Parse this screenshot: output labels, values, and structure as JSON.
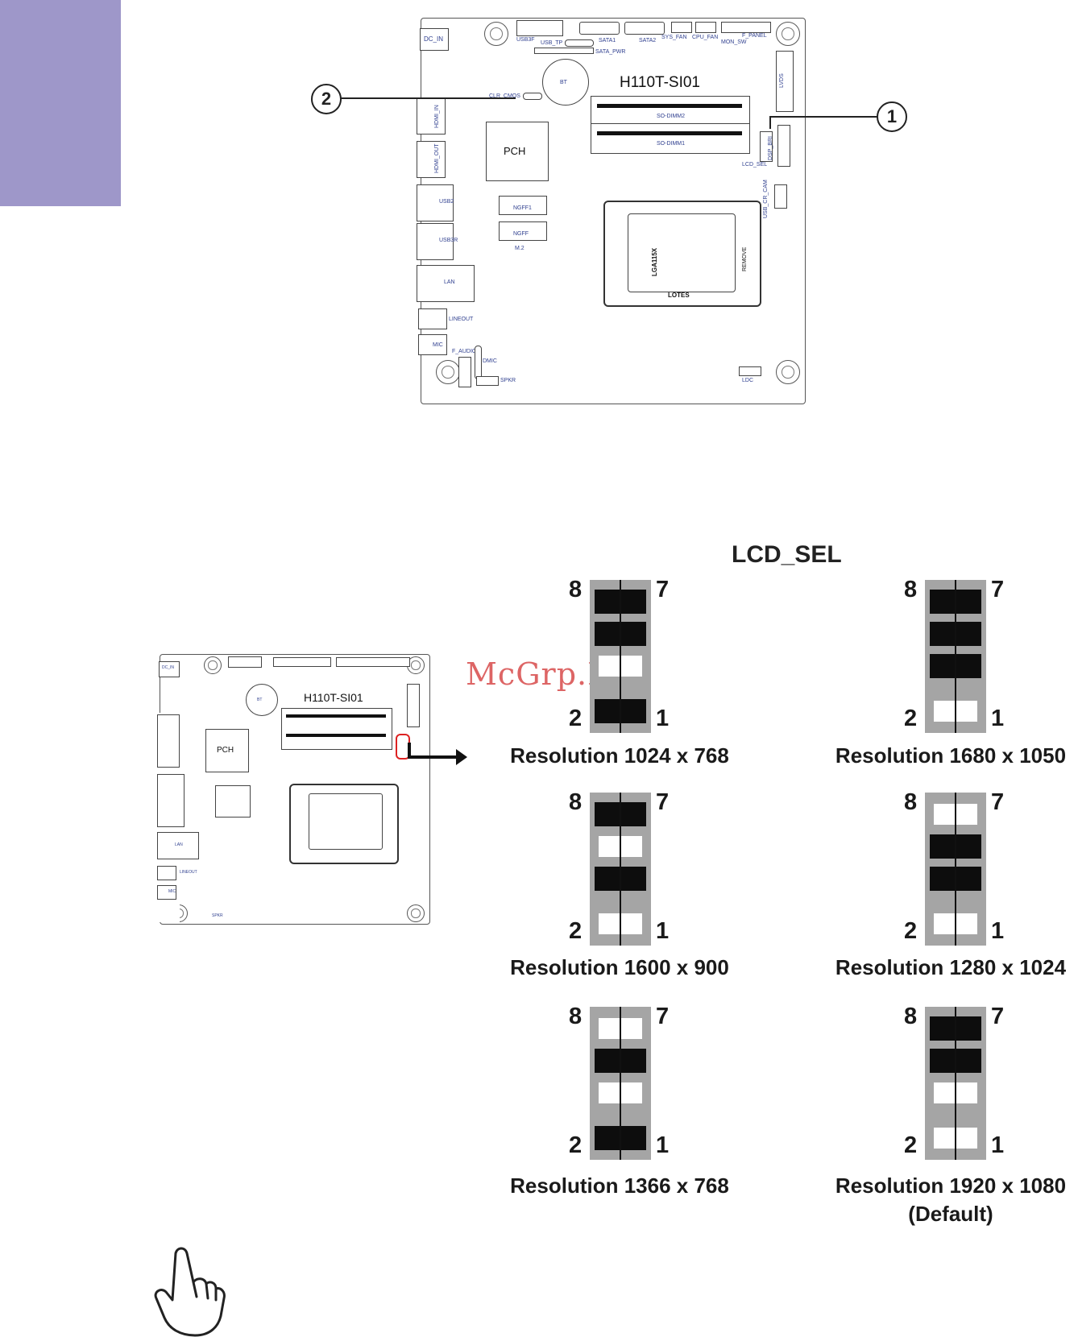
{
  "top_board": {
    "model": "H110T-SI01",
    "labels": {
      "dc_in": "DC_IN",
      "usb3f": "USB3F",
      "usb_tp": "USB_TP",
      "sata1": "SATA1",
      "sata2": "SATA2",
      "sys_fan": "SYS_FAN",
      "cpu_fan": "CPU_FAN",
      "f_panel": "F_PANEL",
      "mon_sw": "MON_SW",
      "sata_pwr": "SATA_PWR",
      "bt": "BT",
      "clr_cmos": "CLR_CMOS",
      "sodimm2": "SO-DIMM2",
      "sodimm1": "SO-DIMM1",
      "lvds": "LVDS",
      "lcd_sel": "LCD_SEL",
      "dsp_bri": "DSP_BRI",
      "hdmi_in": "HDMI_IN",
      "hdmi_out": "HDMI_OUT",
      "pch": "PCH",
      "usb2": "USB2",
      "usb3r": "USB3R",
      "ngff1": "NGFF1",
      "ngff": "NGFF",
      "m2": "M.2",
      "usb_cr_cam": "USB_CR_CAM",
      "lan": "LAN",
      "lineout": "LINEOUT",
      "mic": "MIC",
      "f_audio": "F_AUDIO",
      "dmic": "DMIC",
      "spkr": "SPKR",
      "ldc": "LDC",
      "socket": "LGA115X",
      "remove": "REMOVE",
      "lotes": "LOTES"
    },
    "callouts": [
      "1",
      "2"
    ]
  },
  "section_title": "LCD_SEL",
  "watermark": "McGrp.Ru",
  "small_board": {
    "model": "H110T-SI01",
    "labels": {
      "pch": "PCH",
      "bt": "BT",
      "lan": "LAN",
      "lineout": "LINEOUT",
      "mic": "MIC",
      "spkr": "SPKR",
      "dc_in": "DC_IN"
    }
  },
  "pin_numbers": {
    "top_left": "8",
    "top_right": "7",
    "bottom_left": "2",
    "bottom_right": "1"
  },
  "jumper_settings": [
    {
      "caption": "Resolution 1024 x 768",
      "pairs": [
        "closed",
        "closed",
        "open",
        "closed"
      ]
    },
    {
      "caption": "Resolution 1680 x 1050",
      "pairs": [
        "closed",
        "closed",
        "closed",
        "open"
      ]
    },
    {
      "caption": "Resolution 1600 x 900",
      "pairs": [
        "closed",
        "open",
        "closed",
        "open"
      ]
    },
    {
      "caption": "Resolution 1280 x 1024",
      "pairs": [
        "open",
        "closed",
        "closed",
        "open"
      ]
    },
    {
      "caption": "Resolution 1366 x 768",
      "pairs": [
        "open",
        "closed",
        "open",
        "closed"
      ]
    },
    {
      "caption": "Resolution 1920 x 1080",
      "caption2": "(Default)",
      "pairs": [
        "closed",
        "closed",
        "open",
        "open"
      ]
    }
  ],
  "icons": {
    "note": "pointing-hand-icon",
    "arrow": "arrow-right-icon"
  }
}
